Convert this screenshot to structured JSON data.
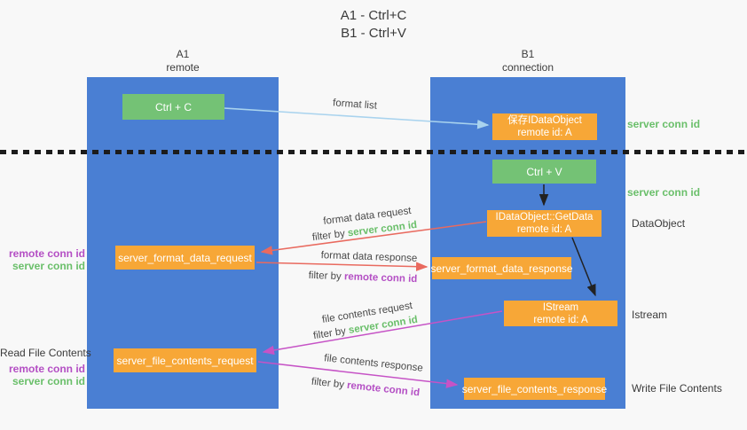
{
  "title": {
    "line1": "A1 - Ctrl+C",
    "line2": "B1 - Ctrl+V"
  },
  "columns": {
    "left": {
      "id": "A1",
      "role": "remote"
    },
    "right": {
      "id": "B1",
      "role": "connection"
    }
  },
  "nodes": {
    "ctrl_c": {
      "label": "Ctrl + C"
    },
    "save_dataobject": {
      "line1": "保存IDataObject",
      "line2": "remote id: A"
    },
    "ctrl_v": {
      "label": "Ctrl + V"
    },
    "getdata": {
      "line1": "IDataObject::GetData",
      "line2": "remote id: A"
    },
    "format_request": {
      "label": "server_format_data_request"
    },
    "format_response": {
      "label": "server_format_data_response"
    },
    "istream": {
      "line1": "IStream",
      "line2": "remote id: A"
    },
    "file_request": {
      "label": "server_file_contents_request"
    },
    "file_response": {
      "label": "server_file_contents_response"
    }
  },
  "arrows": {
    "format_list": {
      "label": "format list"
    },
    "format_data_request": {
      "label": "format data request",
      "filter_prefix": "filter by ",
      "filter_value": "server conn id"
    },
    "format_data_response": {
      "label": "format data response",
      "filter_prefix": "filter by ",
      "filter_value": "remote conn id"
    },
    "file_contents_request": {
      "label": "file contents request",
      "filter_prefix": "filter by ",
      "filter_value": "server conn id"
    },
    "file_contents_response": {
      "label": "file contents response",
      "filter_prefix": "filter by ",
      "filter_value": "remote conn id"
    }
  },
  "side_labels": {
    "server_conn_id_top": "server conn id",
    "server_conn_id_mid": "server conn id",
    "dataobject": "DataObject",
    "istream": "Istream",
    "write_file_contents": "Write File Contents",
    "read_file_contents": "Read File Contents",
    "format_remote_conn_id": "remote conn id",
    "format_server_conn_id": "server conn id",
    "file_remote_conn_id": "remote conn id",
    "file_server_conn_id": "server conn id"
  },
  "colors": {
    "column_blue": "#4a7fd3",
    "box_orange": "#f7a737",
    "box_green": "#74c275",
    "accent_green": "#6abf6a",
    "accent_purple": "#b44fc4",
    "arrow_red": "#e96a5f",
    "arrow_magenta": "#c653c6",
    "arrow_light_blue": "#a9d3ee",
    "arrow_black": "#222222"
  }
}
